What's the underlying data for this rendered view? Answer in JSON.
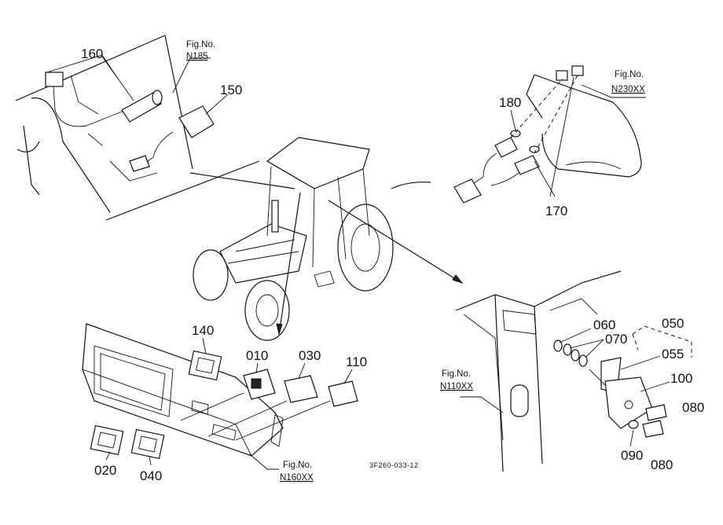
{
  "figure_refs": {
    "n185": {
      "prefix": "Fig.No.",
      "code": "N185"
    },
    "n230xx": {
      "prefix": "Fig.No.",
      "code": "N230XX"
    },
    "n110xx": {
      "prefix": "Fig.No.",
      "code": "N110XX"
    },
    "n160xx": {
      "prefix": "Fig.No.",
      "code": "N160XX"
    }
  },
  "part_labels": {
    "p160": "160",
    "p150": "150",
    "p180": "180",
    "p170": "170",
    "p140": "140",
    "p010": "010",
    "p030": "030",
    "p110": "110",
    "p020": "020",
    "p040": "040",
    "p060": "060",
    "p070": "070",
    "p050": "050",
    "p055": "055",
    "p100": "100",
    "p080a": "080",
    "p090": "090",
    "p080b": "080"
  },
  "drawing_code": "3F260-033-12"
}
